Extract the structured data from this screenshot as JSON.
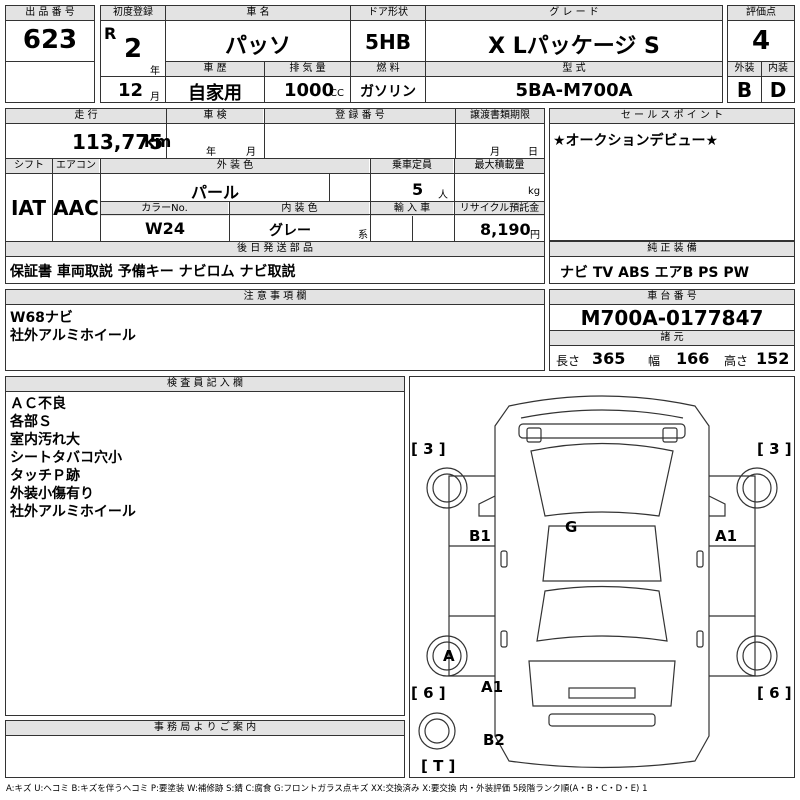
{
  "header": {
    "lot_no_label": "出 品 番 号",
    "lot_no": "623",
    "first_reg_label": "初度登録",
    "era": "R",
    "reg_year": "2",
    "year_unit": "年",
    "reg_month": "12",
    "month_unit": "月",
    "car_name_label": "車 名",
    "car_name": "パッソ",
    "door_label": "ドア形状",
    "door": "5HB",
    "grade_label": "グ レ ー ド",
    "grade": "X Lパッケージ S",
    "score_label": "評価点",
    "score": "4",
    "history_label": "車 歴",
    "history": "自家用",
    "displacement_label": "排 気 量",
    "displacement": "1000",
    "cc": "CC",
    "fuel_label": "燃 料",
    "fuel": "ガソリン",
    "model_label": "型 式",
    "model": "5BA-M700A",
    "ext_label": "外装",
    "ext_grade": "B",
    "int_label": "内装",
    "int_grade": "D"
  },
  "row2": {
    "mileage_label": "走 行",
    "mileage": "113,775",
    "km": "km",
    "inspection_label": "車 検",
    "year_unit": "年",
    "month_unit": "月",
    "reg_no_label": "登 録 番 号",
    "transfer_label": "譲渡書類期限",
    "month_unit2": "月",
    "day_unit": "日",
    "shift_label": "シフト",
    "shift": "IAT",
    "ac_label": "エアコン",
    "ac": "AAC",
    "color_label": "外 装 色",
    "color": "パール",
    "capacity_label": "乗車定員",
    "capacity": "5",
    "person_unit": "人",
    "load_label": "最大積載量",
    "kg": "kg",
    "color_no_label": "カラーNo.",
    "color_no": "W24",
    "int_color_label": "内 装 色",
    "int_color": "グレー",
    "kei": "系",
    "import_label": "輸 入 車",
    "recycle_label": "リサイクル預託金",
    "recycle": "8,190",
    "yen": "円",
    "later_label": "後 日 発 送 部 品",
    "later": "保証書 車両取説 予備キー ナビロム ナビ取説"
  },
  "sales": {
    "label": "セ ー ル ス ポ イ ン ト",
    "text": "★オークションデビュー★"
  },
  "equip": {
    "label": "純 正 装 備",
    "text": "ナビ TV ABS エアB PS PW"
  },
  "notes": {
    "label": "注 意 事 項 欄",
    "lines": [
      "W68ナビ",
      "社外アルミホイール"
    ]
  },
  "chassis": {
    "label": "車 台 番 号",
    "number": "M700A-0177847",
    "dims_label": "諸 元",
    "length_label": "長さ",
    "length": "365",
    "width_label": "幅",
    "width": "166",
    "height_label": "高さ",
    "height": "152"
  },
  "inspector": {
    "label": "検 査 員 記 入 欄",
    "lines": [
      "ＡＣ不良",
      "各部Ｓ",
      "室内汚れ大",
      "シートタバコ穴小",
      "タッチＰ跡",
      "外装小傷有り",
      "社外アルミホイール"
    ]
  },
  "office": {
    "label": "事 務 局 よ り ご 案 内"
  },
  "diagram": {
    "tl": "[ 3 ]",
    "tr": "[ 3 ]",
    "bl": "[ 6 ]",
    "br": "[ 6 ]",
    "t": "[ T ]",
    "g": "G",
    "b1": "B1",
    "a1_right": "A1",
    "a_circle": "A",
    "a1_bottom": "A1",
    "b2": "B2",
    "tire_t": "T"
  },
  "legend": "A:キズ U:ヘコミ B:キズを伴うヘコミ P:要塗装 W:補修跡 S:錆 C:腐食 G:フロントガラス点キズ XX:交換済み X:要交換 内・外装評価 5段階ランク順(A・B・C・D・E) 1"
}
